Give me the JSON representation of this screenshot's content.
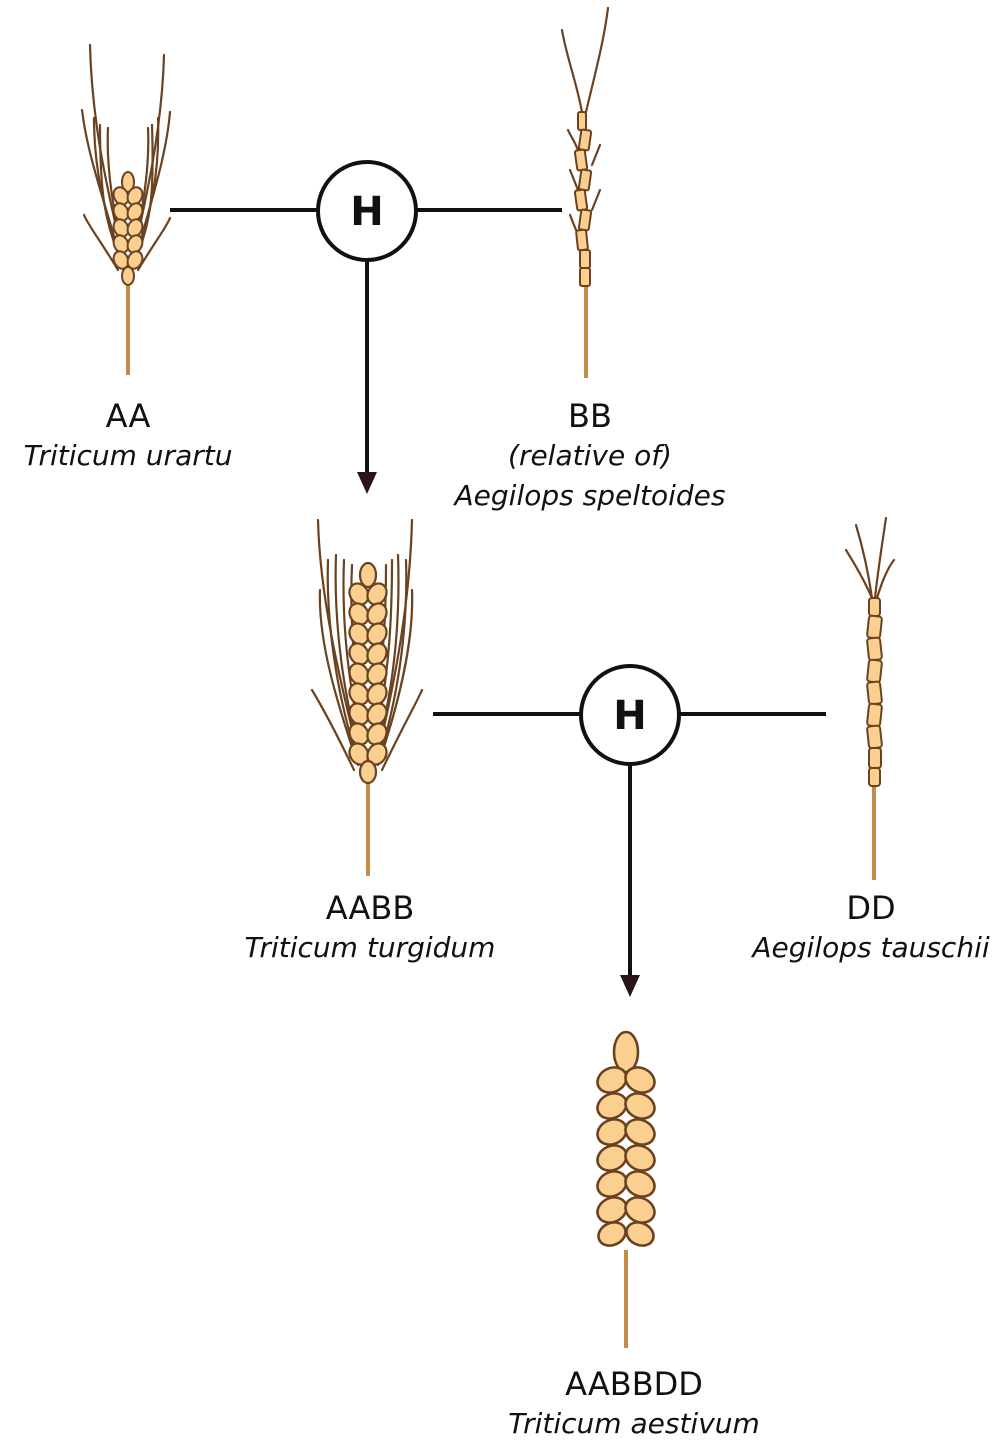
{
  "diagram": {
    "hybridization_symbol": "H",
    "colors": {
      "line": "#111111",
      "arrow": "#2a1414",
      "stalk": "#c48a4a",
      "grain_fill": "#fbcf8f",
      "grain_dark": "#6b4220",
      "awn": "#6b4220"
    },
    "nodes": {
      "urartu": {
        "genome": "AA",
        "species": "Triticum urartu",
        "icon": "wheat-ear-bearded"
      },
      "speltoides": {
        "genome": "BB",
        "qualifier": "(relative of)",
        "species": "Aegilops speltoides",
        "icon": "wild-grass-spike"
      },
      "turgidum": {
        "genome": "AABB",
        "species": "Triticum turgidum",
        "icon": "wheat-ear-long-awns"
      },
      "tauschii": {
        "genome": "DD",
        "species": "Aegilops tauschii",
        "icon": "wild-grass-spike"
      },
      "aestivum": {
        "genome": "AABBDD",
        "species": "Triticum aestivum",
        "icon": "wheat-ear-awnless"
      }
    }
  }
}
